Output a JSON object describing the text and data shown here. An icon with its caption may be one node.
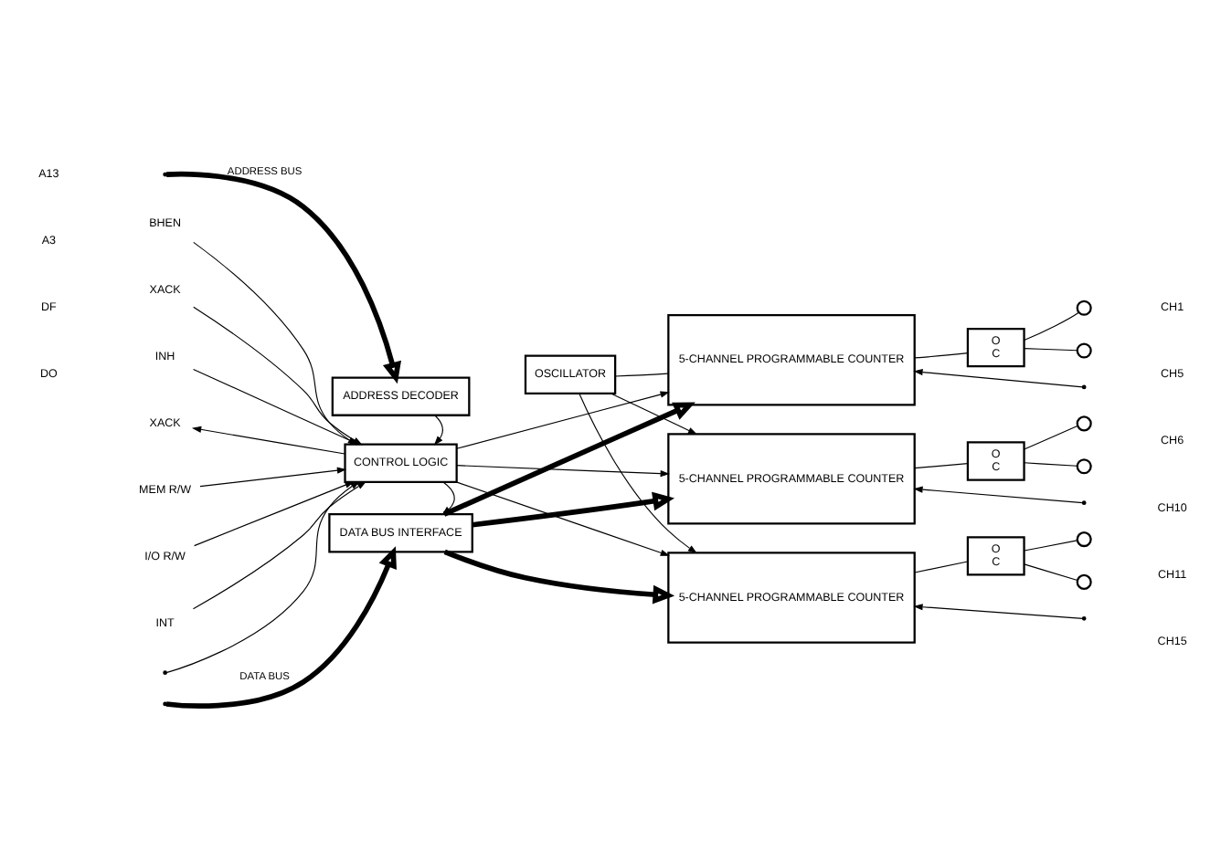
{
  "diagram": {
    "nodes": [
      {
        "text": [
          "ADDRESS DECODER"
        ]
      },
      {
        "text": [
          "OSCILLATOR"
        ]
      },
      {
        "text": [
          "CONTROL LOGIC"
        ]
      },
      {
        "text": [
          "DATA BUS INTERFACE"
        ]
      },
      {
        "text": [
          "5-CHANNEL PROGRAMMABLE COUNTER"
        ]
      },
      {
        "text": [
          "5-CHANNEL PROGRAMMABLE COUNTER"
        ]
      },
      {
        "text": [
          "5-CHANNEL PROGRAMMABLE COUNTER"
        ]
      },
      {
        "text": [
          "O",
          "C"
        ]
      },
      {
        "text": [
          "O",
          "C"
        ]
      },
      {
        "text": [
          "O",
          "C"
        ]
      },
      {
        "text": [],
        "shape": "circle"
      },
      {
        "text": [],
        "shape": "circle"
      },
      {
        "text": [],
        "shape": "circle"
      },
      {
        "text": [],
        "shape": "circle"
      },
      {
        "text": [],
        "shape": "circle"
      },
      {
        "text": [],
        "shape": "circle"
      },
      {
        "text": [
          "BHEN"
        ]
      },
      {
        "text": [
          "XACK"
        ]
      },
      {
        "text": [
          "INH"
        ]
      },
      {
        "text": [
          "XACK"
        ]
      },
      {
        "text": [
          "MEM R/W"
        ]
      },
      {
        "text": [
          "I/O R/W"
        ]
      },
      {
        "text": [
          "INT"
        ]
      }
    ],
    "edges": [
      {
        "from": null,
        "to": 0,
        "arrow": "to",
        "label": "ADDRESS BUS",
        "style": "thick"
      },
      {
        "from": 0,
        "to": 2,
        "arrow": "to"
      },
      {
        "from": 16,
        "to": 2,
        "arrow": "to"
      },
      {
        "from": 17,
        "to": 2,
        "arrow": "to"
      },
      {
        "from": 18,
        "to": 2,
        "arrow": "to"
      },
      {
        "from": 2,
        "to": 19,
        "arrow": "to"
      },
      {
        "from": 20,
        "to": 2,
        "arrow": "to"
      },
      {
        "from": 21,
        "to": 2,
        "arrow": "to"
      },
      {
        "from": 22,
        "to": 2,
        "arrow": "to"
      },
      {
        "from": null,
        "to": 2,
        "arrow": "to"
      },
      {
        "from": 2,
        "to": 3,
        "arrow": "to"
      },
      {
        "from": null,
        "to": 3,
        "arrow": "to",
        "label": "DATA BUS",
        "style": "thick"
      },
      {
        "from": 1,
        "to": 4,
        "arrow": "none"
      },
      {
        "from": 1,
        "to": 5,
        "arrow": "to"
      },
      {
        "from": 1,
        "to": 6,
        "arrow": "to"
      },
      {
        "from": 3,
        "to": 4,
        "arrow": "to",
        "style": "thick"
      },
      {
        "from": 3,
        "to": 5,
        "arrow": "to",
        "style": "thick"
      },
      {
        "from": 3,
        "to": 6,
        "arrow": "to",
        "style": "thick"
      },
      {
        "from": 2,
        "to": 4,
        "arrow": "to"
      },
      {
        "from": 2,
        "to": 5,
        "arrow": "to"
      },
      {
        "from": 2,
        "to": 6,
        "arrow": "to"
      },
      {
        "from": 4,
        "to": 7,
        "arrow": "none"
      },
      {
        "from": 5,
        "to": 8,
        "arrow": "none"
      },
      {
        "from": 6,
        "to": 9,
        "arrow": "none"
      },
      {
        "from": 7,
        "to": 10,
        "arrow": "none"
      },
      {
        "from": 7,
        "to": 11,
        "arrow": "none"
      },
      {
        "from": 8,
        "to": 12,
        "arrow": "none"
      },
      {
        "from": 8,
        "to": 13,
        "arrow": "none"
      },
      {
        "from": 9,
        "to": 14,
        "arrow": "none"
      },
      {
        "from": 9,
        "to": 15,
        "arrow": "none"
      },
      {
        "from": null,
        "to": 4,
        "arrow": "to"
      },
      {
        "from": null,
        "to": 5,
        "arrow": "to"
      },
      {
        "from": null,
        "to": 6,
        "arrow": "to"
      }
    ],
    "labels": [
      "A13",
      "A3",
      "DF",
      "DO",
      "CH1",
      "CH5",
      "CH6",
      "CH10",
      "CH11",
      "CH15"
    ]
  }
}
